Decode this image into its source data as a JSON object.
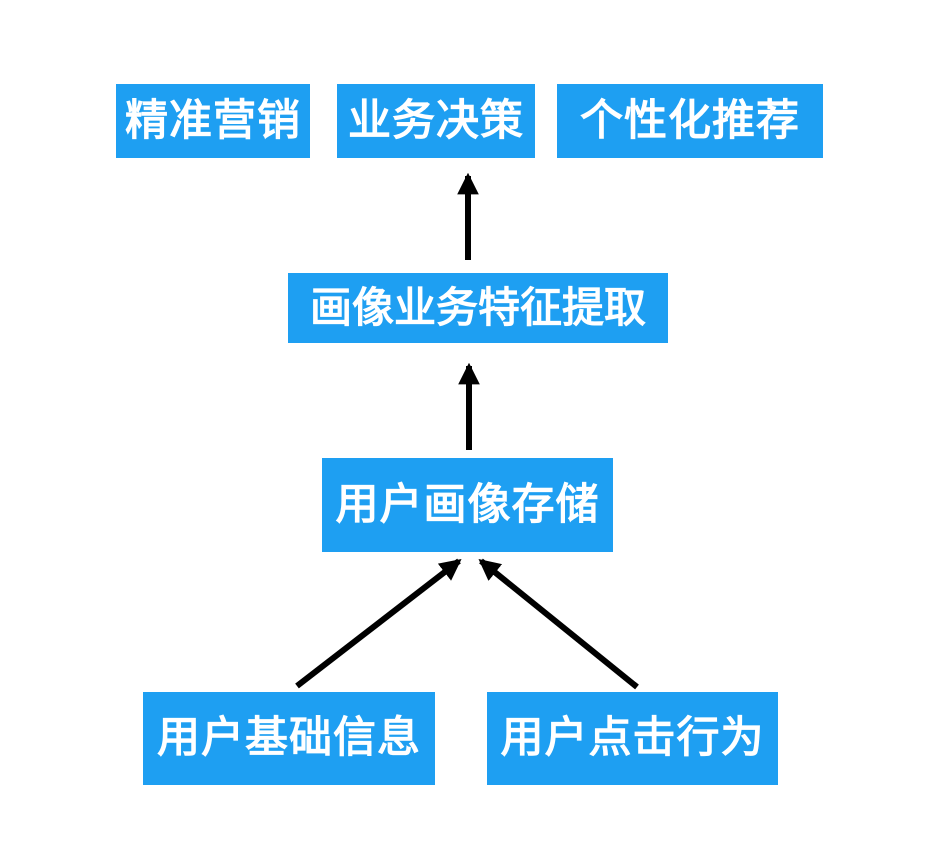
{
  "diagram": {
    "type": "flowchart",
    "direction": "bottom-to-top",
    "background_color": "#ffffff",
    "node_fill_color": "#1e9ff2",
    "node_text_color": "#ffffff",
    "arrow_color": "#000000",
    "nodes": {
      "precision_marketing": {
        "label": "精准营销"
      },
      "business_decision": {
        "label": "业务决策"
      },
      "personalized_recommendation": {
        "label": "个性化推荐"
      },
      "feature_extraction": {
        "label": "画像业务特征提取"
      },
      "profile_storage": {
        "label": "用户画像存储"
      },
      "user_basic_info": {
        "label": "用户基础信息"
      },
      "user_click_behavior": {
        "label": "用户点击行为"
      }
    },
    "edges": [
      {
        "from": "feature_extraction",
        "to": "business_decision"
      },
      {
        "from": "profile_storage",
        "to": "feature_extraction"
      },
      {
        "from": "user_basic_info",
        "to": "profile_storage"
      },
      {
        "from": "user_click_behavior",
        "to": "profile_storage"
      }
    ]
  }
}
